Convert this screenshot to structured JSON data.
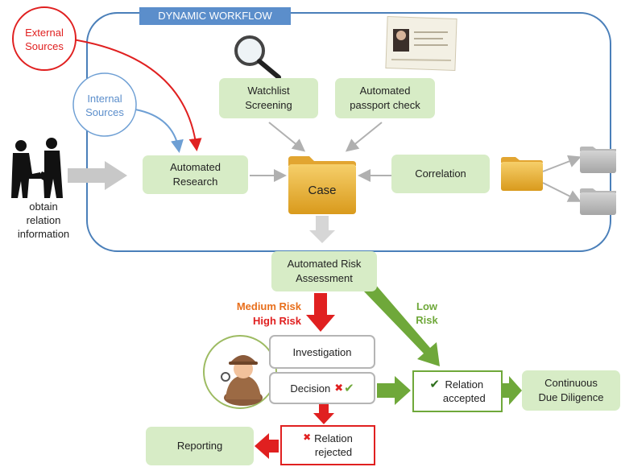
{
  "workflow": {
    "title": "DYNAMIC WORKFLOW"
  },
  "sources": {
    "external": "External\nSources",
    "internal": "Internal\nSources"
  },
  "start": {
    "label": "obtain\nrelation\ninformation"
  },
  "nodes": {
    "watchlist": "Watchlist\nScreening",
    "passport": "Automated\npassport check",
    "research": "Automated\nResearch",
    "case": "Case",
    "correlation": "Correlation",
    "risk": "Automated Risk\nAssessment",
    "investigation": "Investigation",
    "decision": "Decision",
    "accepted": "Relation\naccepted",
    "continuous": "Continuous\nDue Diligence",
    "rejected": "Relation\nrejected",
    "reporting": "Reporting"
  },
  "risk_labels": {
    "medium": "Medium Risk",
    "high": "High Risk",
    "low": "Low\nRisk"
  },
  "marks": {
    "cross": "✖",
    "check": "✔"
  },
  "colors": {
    "frame": "#4a7fb9",
    "title_bg": "#5b8ecb",
    "green_box": "#d7ecc6",
    "green_arrow": "#6fa83a",
    "red": "#e02020",
    "grey_arrow": "#c8c8c8",
    "folder": "#e6a92c",
    "orange_text": "#e86f1c"
  }
}
